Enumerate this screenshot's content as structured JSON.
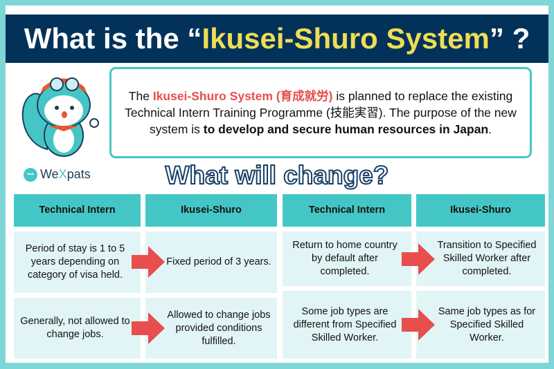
{
  "title": {
    "prefix": "What is the “",
    "highlight": "Ikusei-Shuro System",
    "suffix": "” ?"
  },
  "intro": {
    "t1": "The ",
    "highlight": "Ikusei-Shuro System (育成就労)",
    "t2": " is planned to replace the existing Technical Intern Training Programme (技能実習). The purpose of the new system is ",
    "bold": "to develop and secure human resources in Japan",
    "t3": "."
  },
  "logo": {
    "part1": "We",
    "part2": "X",
    "part3": "pats"
  },
  "subtitle": "What will change?",
  "table": {
    "headers": [
      "Technical Intern",
      "Ikusei-Shuro",
      "Technical Intern",
      "Ikusei-Shuro"
    ],
    "left": [
      {
        "from": "Period of stay is 1 to 5 years depending on category of visa held.",
        "to": "Fixed period of 3 years."
      },
      {
        "from": "Generally, not allowed to change jobs.",
        "to": "Allowed to change jobs provided conditions fulfilled."
      }
    ],
    "right": [
      {
        "from": "Return to home country by default after completed.",
        "to": "Transition to Specified Skilled Worker after completed."
      },
      {
        "from": "Some job types are different from Specified Skilled Worker.",
        "to": "Same job types as for Specified Skilled Worker."
      }
    ]
  },
  "colors": {
    "navy": "#02325a",
    "yellow": "#eedd55",
    "teal": "#45c6c6",
    "red": "#e84e4e",
    "cell": "#e2f5f6"
  },
  "icons": [
    "squirrel-mascot",
    "chat-bubble-logo",
    "right-arrow"
  ]
}
